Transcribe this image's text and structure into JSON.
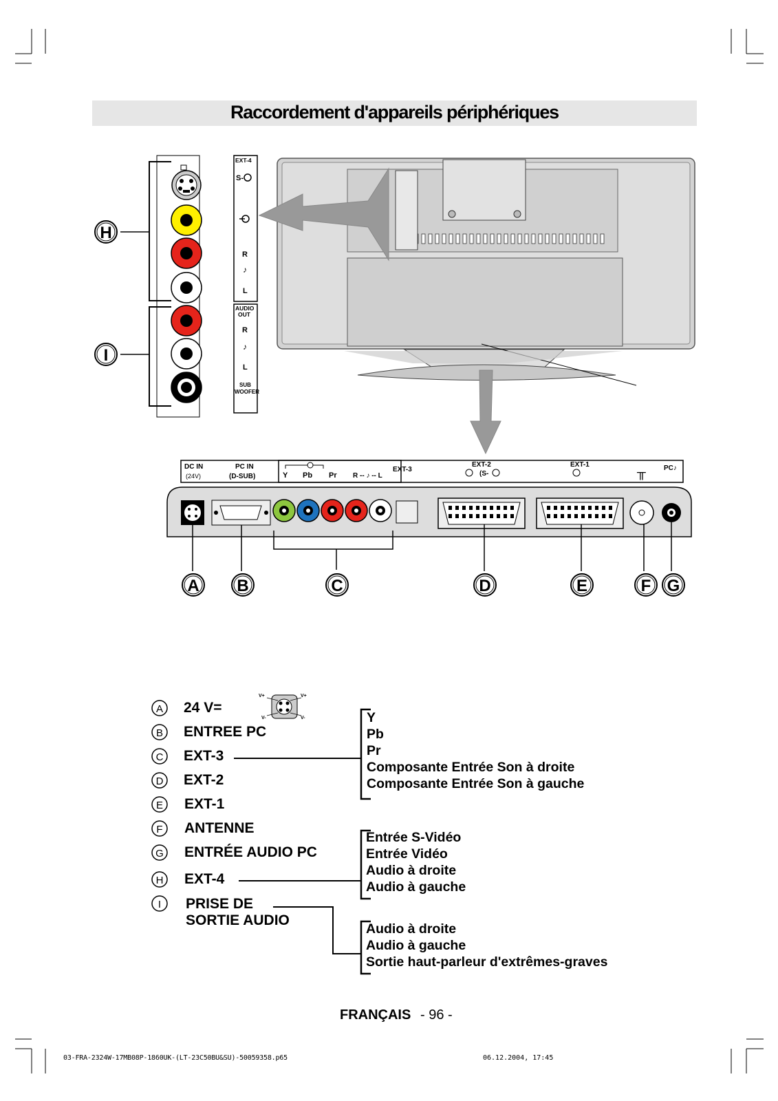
{
  "title": "Raccordement d'appareils périphériques",
  "rear_panel": {
    "dc_in": "DC IN",
    "dc_in_voltage": "(24V)",
    "pc_in": "PC IN",
    "pc_in_type": "(D-SUB)",
    "ext3_y": "Y",
    "ext3_pb": "Pb",
    "ext3_pr": "Pr",
    "ext3_rl": "R -- ♪ -- L",
    "ext3": "EXT-3",
    "ext2": "EXT-2",
    "ext2_sub": "(S-",
    "ext1": "EXT-1",
    "pc_audio": "PC♪"
  },
  "side_panel": {
    "ext4": "EXT-4",
    "svideo": "S-",
    "r": "R",
    "l": "L",
    "audio_out": "AUDIO",
    "audio_out2": "OUT",
    "subwoofer": "SUB",
    "subwoofer2": "WOOFER"
  },
  "markers": [
    "A",
    "B",
    "C",
    "D",
    "E",
    "F",
    "G",
    "H",
    "I"
  ],
  "legend": {
    "items": [
      {
        "letter": "A",
        "label": "24 V="
      },
      {
        "letter": "B",
        "label": "ENTREE PC"
      },
      {
        "letter": "C",
        "label": "EXT-3"
      },
      {
        "letter": "D",
        "label": "EXT-2"
      },
      {
        "letter": "E",
        "label": "EXT-1"
      },
      {
        "letter": "F",
        "label": "ANTENNE"
      },
      {
        "letter": "G",
        "label": "ENTRÉE AUDIO PC"
      },
      {
        "letter": "H",
        "label": "EXT-4"
      },
      {
        "letter": "I",
        "label": "PRISE DE"
      }
    ],
    "item_i_line2": "SORTIE AUDIO",
    "ext3_list": [
      "Y",
      "Pb",
      "Pr",
      "Composante Entrée Son à droite",
      "Composante Entrée Son à gauche"
    ],
    "ext4_list": [
      "Entrée S-Vidéo",
      "Entrée Vidéo",
      "Audio à droite",
      "Audio à gauche"
    ],
    "audio_out_list": [
      "Audio à droite",
      "Audio à gauche",
      "Sortie haut-parleur d'extrêmes-graves"
    ],
    "pin_labels": [
      "V+",
      "V+",
      "V-",
      "V-"
    ]
  },
  "footer": {
    "language": "FRANÇAIS",
    "page": "- 96 -",
    "file": "03-FRA-2324W-17MB08P-1860UK-(LT-23C50BU&SU)-50059358.p65",
    "date": "06.12.2004, 17:45"
  }
}
